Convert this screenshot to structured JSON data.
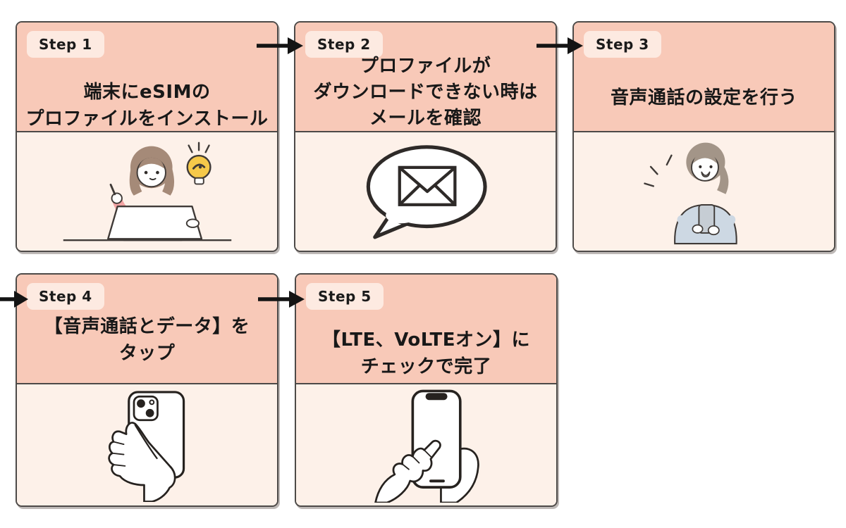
{
  "page": {
    "background": "#ffffff",
    "description_colors": {
      "card_header": "#f8c9b8",
      "card_body": "#fdf1e9",
      "badge_background": "#fdeae1",
      "card_border": "#4d4a48",
      "arrow": "#141414",
      "text": "#181818"
    }
  },
  "steps": [
    {
      "badge": "Step 1",
      "title_lines": [
        "端末にeSIMの",
        "プロファイルをインストール"
      ],
      "illustration": "woman-pointing-with-laptop-and-lightbulb"
    },
    {
      "badge": "Step 2",
      "title_lines": [
        "プロファイルが",
        "ダウンロードできない時は",
        "メールを確認"
      ],
      "illustration": "speech-bubble-with-envelope"
    },
    {
      "badge": "Step 3",
      "title_lines": [
        "音声通話の設定を行う"
      ],
      "illustration": "woman-smiling-holding-phone"
    },
    {
      "badge": "Step 4",
      "title_lines": [
        "【音声通話とデータ】を",
        "タップ"
      ],
      "illustration": "hand-holding-smartphone-back"
    },
    {
      "badge": "Step 5",
      "title_lines": [
        "【LTE、VoLTEオン】に",
        "チェックで完了"
      ],
      "illustration": "finger-tapping-smartphone"
    }
  ],
  "arrows": [
    {
      "name": "arrow-step1-to-step2"
    },
    {
      "name": "arrow-step2-to-step3"
    },
    {
      "name": "arrow-wrap-into-step4"
    },
    {
      "name": "arrow-step4-to-step5"
    }
  ]
}
